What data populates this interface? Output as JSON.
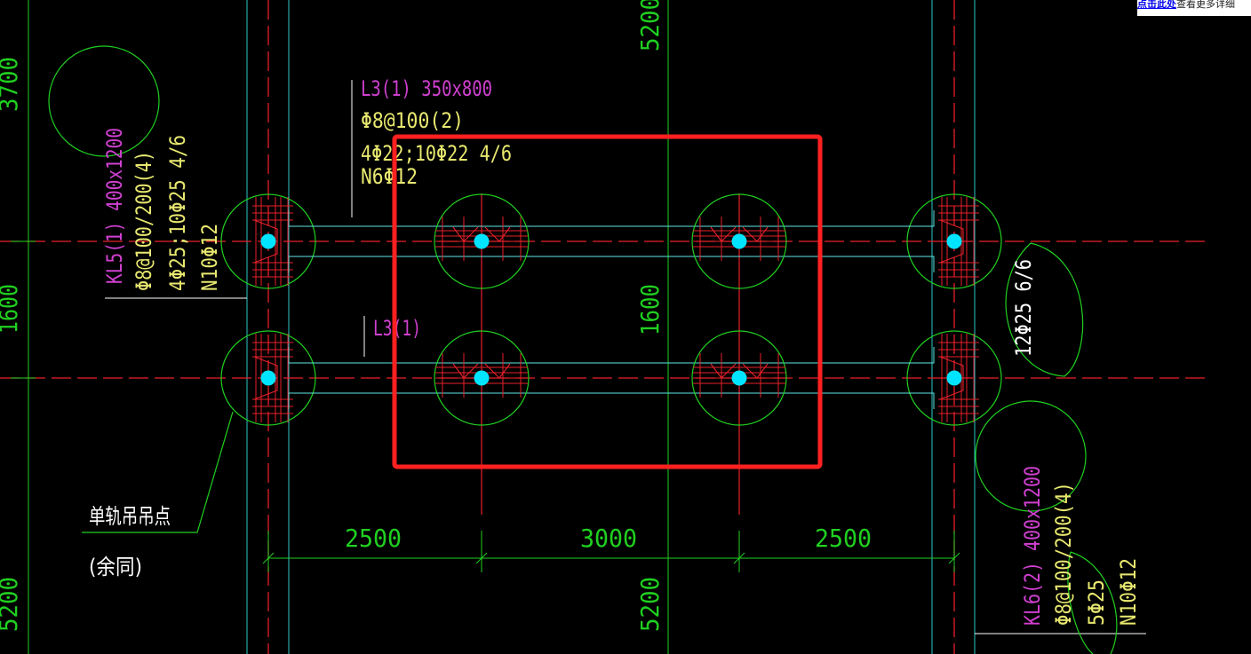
{
  "colors": {
    "background": "#000000",
    "axis_red": "#e8202a",
    "beam_cyan": "#5fe6e6",
    "grid_cyan": "#2ec8c8",
    "dim_green": "#20d020",
    "annotation_yellow": "#e8e870",
    "annotation_magenta": "#d040d0",
    "highlight_red": "#ff2020",
    "pile_dot": "#00e5ff",
    "white": "#ffffff"
  },
  "labels": {
    "l3_full": {
      "title": "L3(1) 350x800",
      "stirrup": "Φ8@100(2)",
      "main_bars": "4Φ22;10Φ22 4/6",
      "side_bars": "N6Φ12"
    },
    "l3_short": "L3(1)",
    "kl5": {
      "title": "KL5(1) 400x1200",
      "stirrup": "Φ8@100/200(4)",
      "main_bars": "4Φ25;10Φ25 4/6",
      "side_bars": "N10Φ12"
    },
    "kl6": {
      "title": "KL6(2) 400x1200",
      "stirrup": "Φ8@100/200(4)",
      "main_bars": "5Φ25",
      "side_bars": "N10Φ12"
    },
    "right_bars": "12Φ25 6/6",
    "hoist_note": "单轨吊吊点",
    "hoist_note_sub": "(余同)"
  },
  "dimensions": {
    "horizontal": [
      "2500",
      "3000",
      "2500"
    ],
    "vertical_mid": "1600",
    "vertical_top": "5200",
    "vertical_bottom": "5200",
    "left_top": "3700",
    "left_mid": "1600",
    "left_bottom": "5200"
  },
  "banner": {
    "link": "点击此处",
    "rest": "查看更多详细"
  }
}
